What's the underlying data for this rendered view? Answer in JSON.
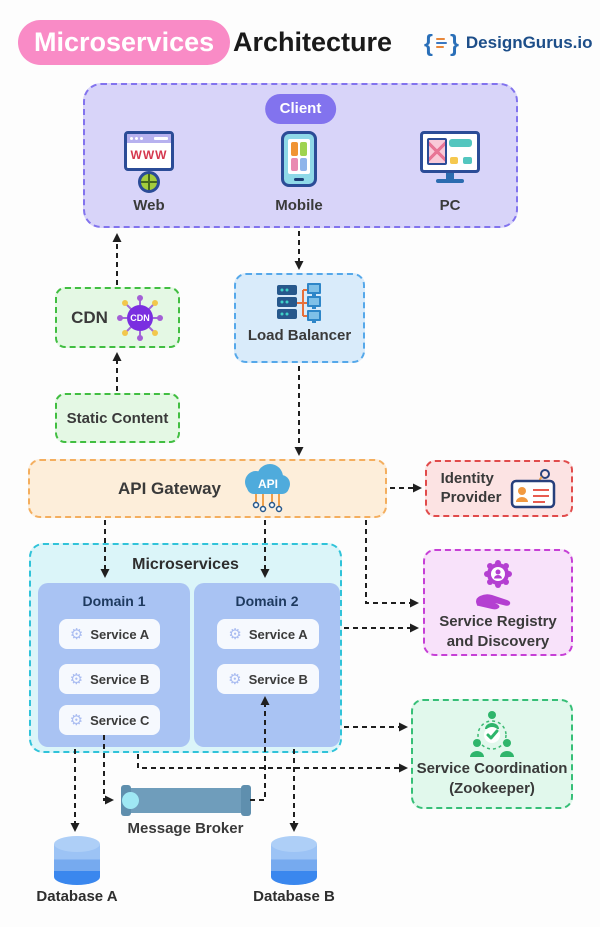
{
  "header": {
    "title_primary": "Microservices",
    "title_secondary": "Architecture",
    "brand": "DesignGurus.io",
    "brace_left": "{",
    "brace_right": "}"
  },
  "client": {
    "badge": "Client",
    "web_label": "Web",
    "web_icon_text": "WWW",
    "mobile_label": "Mobile",
    "pc_label": "PC"
  },
  "cdn": {
    "label": "CDN",
    "icon_text": "CDN"
  },
  "load_balancer": {
    "label": "Load Balancer"
  },
  "static_content": {
    "label": "Static Content"
  },
  "api_gateway": {
    "label": "API Gateway",
    "icon_text": "API"
  },
  "identity_provider": {
    "line1": "Identity",
    "line2": "Provider"
  },
  "microservices": {
    "title": "Microservices",
    "domains": [
      {
        "label": "Domain 1",
        "services": [
          "Service A",
          "Service B",
          "Service C"
        ]
      },
      {
        "label": "Domain 2",
        "services": [
          "Service A",
          "Service B"
        ]
      }
    ]
  },
  "service_registry": {
    "line1": "Service Registry",
    "line2": "and Discovery"
  },
  "service_coordination": {
    "line1": "Service Coordination",
    "line2": "(Zookeeper)"
  },
  "message_broker": {
    "label": "Message Broker"
  },
  "database_a": {
    "label": "Database A"
  },
  "database_b": {
    "label": "Database B"
  },
  "icons": {
    "gear": "⚙"
  },
  "colors": {
    "title_pill": "#F98BC6",
    "brand_text": "#1D4E89",
    "client_bg": "#D8D4F9",
    "client_border": "#8273EE",
    "green_bg": "#E4F8E4",
    "green_border": "#41BE41",
    "load_balancer_bg": "#D9EBFA",
    "load_balancer_border": "#55A8EA",
    "api_gateway_bg": "#FDEEDA",
    "api_gateway_border": "#F4AE5E",
    "identity_bg": "#FCE3E3",
    "identity_border": "#E14B4B",
    "microservices_bg": "#DBF5F9",
    "microservices_border": "#30C3D9",
    "domain_bg": "#A9C3F3",
    "registry_bg": "#F8E2FA",
    "registry_border": "#C63FD6",
    "coordination_bg": "#E1F8EC",
    "coordination_border": "#36BF77",
    "arrow": "#1F1F1F",
    "broker": "#6F9DBB",
    "database_blue": "#3A87EE"
  }
}
